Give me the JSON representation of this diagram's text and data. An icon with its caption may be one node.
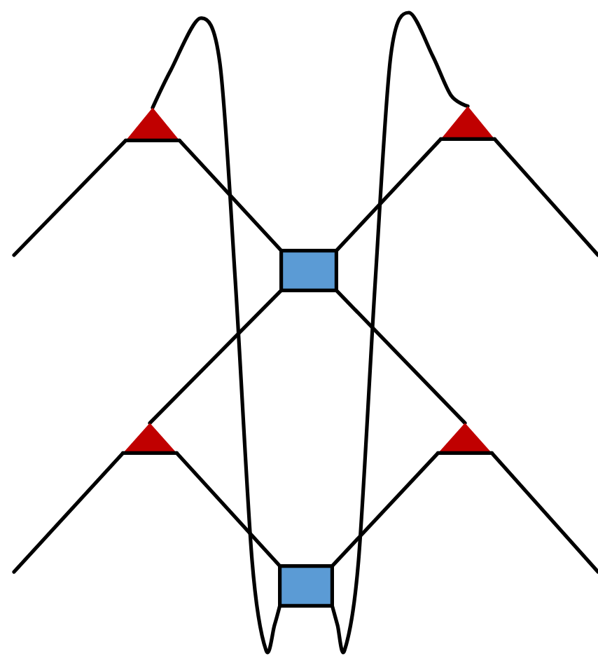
{
  "diagram": {
    "nodes": [
      {
        "text": [],
        "shape": "triangle"
      },
      {
        "text": [],
        "shape": "triangle"
      },
      {
        "text": [],
        "shape": "box"
      },
      {
        "text": [],
        "shape": "triangle"
      },
      {
        "text": [],
        "shape": "triangle"
      },
      {
        "text": [],
        "shape": "box"
      }
    ],
    "edges": [
      {
        "from": null,
        "to": 0,
        "arrow": "none"
      },
      {
        "from": 0,
        "to": 2,
        "arrow": "none"
      },
      {
        "from": 2,
        "to": 1,
        "arrow": "none"
      },
      {
        "from": 1,
        "to": null,
        "arrow": "none"
      },
      {
        "from": 2,
        "to": 3,
        "arrow": "none"
      },
      {
        "from": 2,
        "to": 4,
        "arrow": "none"
      },
      {
        "from": null,
        "to": 3,
        "arrow": "none"
      },
      {
        "from": 3,
        "to": 5,
        "arrow": "none"
      },
      {
        "from": 5,
        "to": 4,
        "arrow": "none"
      },
      {
        "from": 4,
        "to": null,
        "arrow": "none"
      },
      {
        "from": 0,
        "to": 5,
        "arrow": "none"
      },
      {
        "from": 5,
        "to": 1,
        "arrow": "none"
      }
    ]
  }
}
